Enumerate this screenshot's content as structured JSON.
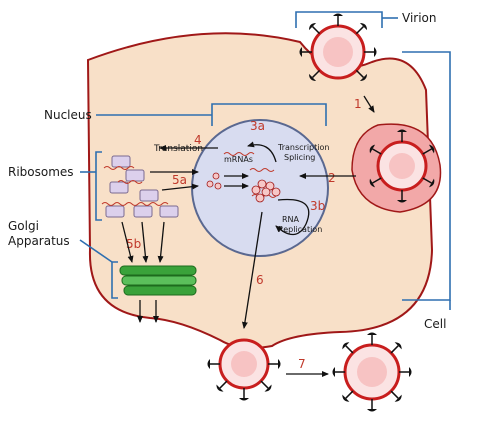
{
  "labels": {
    "virion": "Virion",
    "nucleus": "Nucleus",
    "ribosomes": "Ribosomes",
    "golgi_line1": "Golgi",
    "golgi_line2": "Apparatus",
    "cell": "Cell",
    "translation": "Translation",
    "mrnas": "mRNAs",
    "transcription": "Transcription",
    "splicing": "Splicing",
    "rna": "RNA",
    "replication": "Replication"
  },
  "steps": {
    "s1": "1",
    "s2": "2",
    "s3a": "3a",
    "s3b": "3b",
    "s4": "4",
    "s5a": "5a",
    "s5b": "5b",
    "s6": "6",
    "s7": "7"
  },
  "colors": {
    "cell_fill": "#f8e0c8",
    "cell_border": "#a01818",
    "nucleus_fill": "#d8dcf0",
    "nucleus_border": "#5a6890",
    "bracket": "#2f6fb0",
    "step_number": "#c0392b",
    "golgi": "#3aa23a",
    "ribosome": "#dcd0ec",
    "virion_capsid": "#c81e1e",
    "spike": "#111111"
  }
}
